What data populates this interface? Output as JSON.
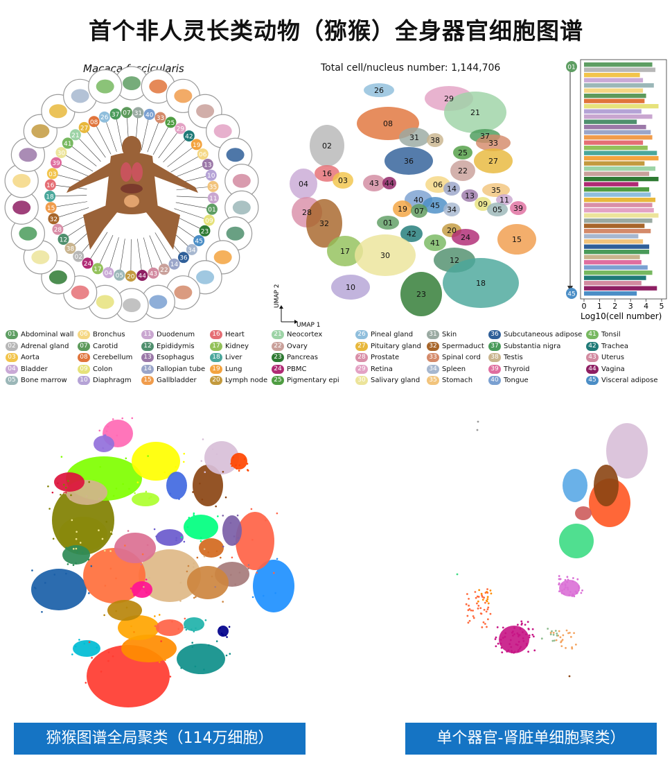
{
  "title": "首个非人灵长类动物（猕猴）全身器官细胞图谱",
  "species": "Macaca fascicularis",
  "umap_title": "Total cell/nucleus number: 1,144,706",
  "umap_axis": {
    "x": "UMAP 1",
    "y": "UMAP 2"
  },
  "bar_axis": {
    "label": "Log10(cell number)",
    "ticks": [
      "0",
      "1",
      "2",
      "3",
      "4",
      "5"
    ],
    "top_badge": "01",
    "bottom_badge": "45"
  },
  "tissues": [
    {
      "id": "01",
      "name": "Abdominal wall",
      "color": "#5e9e63"
    },
    {
      "id": "02",
      "name": "Adrenal gland",
      "color": "#b7b7b7"
    },
    {
      "id": "03",
      "name": "Aorta",
      "color": "#f2c44b"
    },
    {
      "id": "04",
      "name": "Bladder",
      "color": "#c9a9d6"
    },
    {
      "id": "05",
      "name": "Bone marrow",
      "color": "#9bb7b8"
    },
    {
      "id": "06",
      "name": "Bronchus",
      "color": "#f5d783"
    },
    {
      "id": "07",
      "name": "Carotid",
      "color": "#5d9a5b"
    },
    {
      "id": "08",
      "name": "Cerebellum",
      "color": "#e0743b"
    },
    {
      "id": "09",
      "name": "Colon",
      "color": "#e6e27b"
    },
    {
      "id": "10",
      "name": "Diaphragm",
      "color": "#b5a3d6"
    },
    {
      "id": "11",
      "name": "Duodenum",
      "color": "#c9a6d0"
    },
    {
      "id": "12",
      "name": "Epididymis",
      "color": "#4f8f6d"
    },
    {
      "id": "13",
      "name": "Esophagus",
      "color": "#9b78a8"
    },
    {
      "id": "14",
      "name": "Fallopian tube",
      "color": "#9aa5c9"
    },
    {
      "id": "15",
      "name": "Gallbladder",
      "color": "#f09c4c"
    },
    {
      "id": "16",
      "name": "Heart",
      "color": "#e56e74"
    },
    {
      "id": "17",
      "name": "Kidney",
      "color": "#93c15a"
    },
    {
      "id": "18",
      "name": "Liver",
      "color": "#4aa79b"
    },
    {
      "id": "19",
      "name": "Lung",
      "color": "#f3a33f"
    },
    {
      "id": "20",
      "name": "Lymph node",
      "color": "#c39a3e"
    },
    {
      "id": "21",
      "name": "Neocortex",
      "color": "#9dd3a6"
    },
    {
      "id": "22",
      "name": "Ovary",
      "color": "#c9a09a"
    },
    {
      "id": "23",
      "name": "Pancreas",
      "color": "#2e7a32"
    },
    {
      "id": "24",
      "name": "PBMC",
      "color": "#b02a74"
    },
    {
      "id": "25",
      "name": "Pigmentary epi",
      "color": "#4f9d43"
    },
    {
      "id": "26",
      "name": "Pineal gland",
      "color": "#8fbedc"
    },
    {
      "id": "27",
      "name": "Pituitary gland",
      "color": "#e8b83c"
    },
    {
      "id": "28",
      "name": "Prostate",
      "color": "#d98fa8"
    },
    {
      "id": "29",
      "name": "Retina",
      "color": "#e3a2c4"
    },
    {
      "id": "30",
      "name": "Salivary gland",
      "color": "#ece49a"
    },
    {
      "id": "31",
      "name": "Skin",
      "color": "#9aaaa2"
    },
    {
      "id": "32",
      "name": "Spermaduct",
      "color": "#a7652a"
    },
    {
      "id": "33",
      "name": "Spinal cord",
      "color": "#d48a6a"
    },
    {
      "id": "34",
      "name": "Spleen",
      "color": "#a6b7cf"
    },
    {
      "id": "35",
      "name": "Stomach",
      "color": "#f2c47c"
    },
    {
      "id": "36",
      "name": "Subcutaneous adipose",
      "color": "#2f5f99"
    },
    {
      "id": "37",
      "name": "Substantia nigra",
      "color": "#4a9b5a"
    },
    {
      "id": "38",
      "name": "Testis",
      "color": "#c9b48e"
    },
    {
      "id": "39",
      "name": "Thyroid",
      "color": "#df6e9f"
    },
    {
      "id": "40",
      "name": "Tongue",
      "color": "#7aa0d1"
    },
    {
      "id": "41",
      "name": "Tonsil",
      "color": "#77b860"
    },
    {
      "id": "42",
      "name": "Trachea",
      "color": "#1f7a77"
    },
    {
      "id": "43",
      "name": "Uterus",
      "color": "#d28aa0"
    },
    {
      "id": "44",
      "name": "Vagina",
      "color": "#8e1f63"
    },
    {
      "id": "45",
      "name": "Visceral adipose",
      "color": "#4b8ec6"
    }
  ],
  "banner_left": "猕猴图谱全局聚类（114万细胞）",
  "banner_right": "单个器官-肾脏单细胞聚类）"
}
